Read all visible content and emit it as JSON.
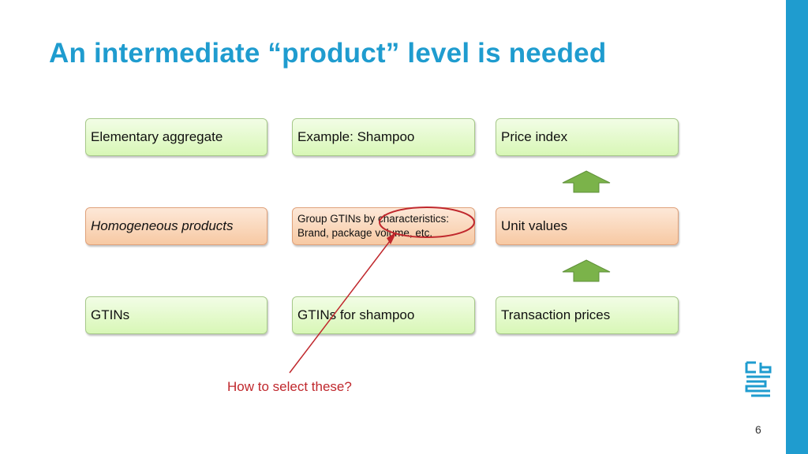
{
  "slide": {
    "title": "An intermediate “product” level is needed",
    "page_number": "6"
  },
  "rows": {
    "top": {
      "level": "Elementary aggregate",
      "example": "Example: Shampoo",
      "measure": "Price index"
    },
    "middle": {
      "level": "Homogeneous products",
      "example_line1": "Group GTINs by characteristics:",
      "example_line2": "Brand, package volume, etc.",
      "measure": "Unit values"
    },
    "bottom": {
      "level": "GTINs",
      "example": "GTINs for shampoo",
      "measure": "Transaction prices"
    }
  },
  "annotation": {
    "callout_text": "How to select these?",
    "color": "#c0282d"
  },
  "colors": {
    "title": "#1f9ccf",
    "green_box": "#d8f7b6",
    "orange_box": "#f7c9a3",
    "arrow": "#7bb34a"
  },
  "logo": {
    "name": "cbs-logo"
  }
}
